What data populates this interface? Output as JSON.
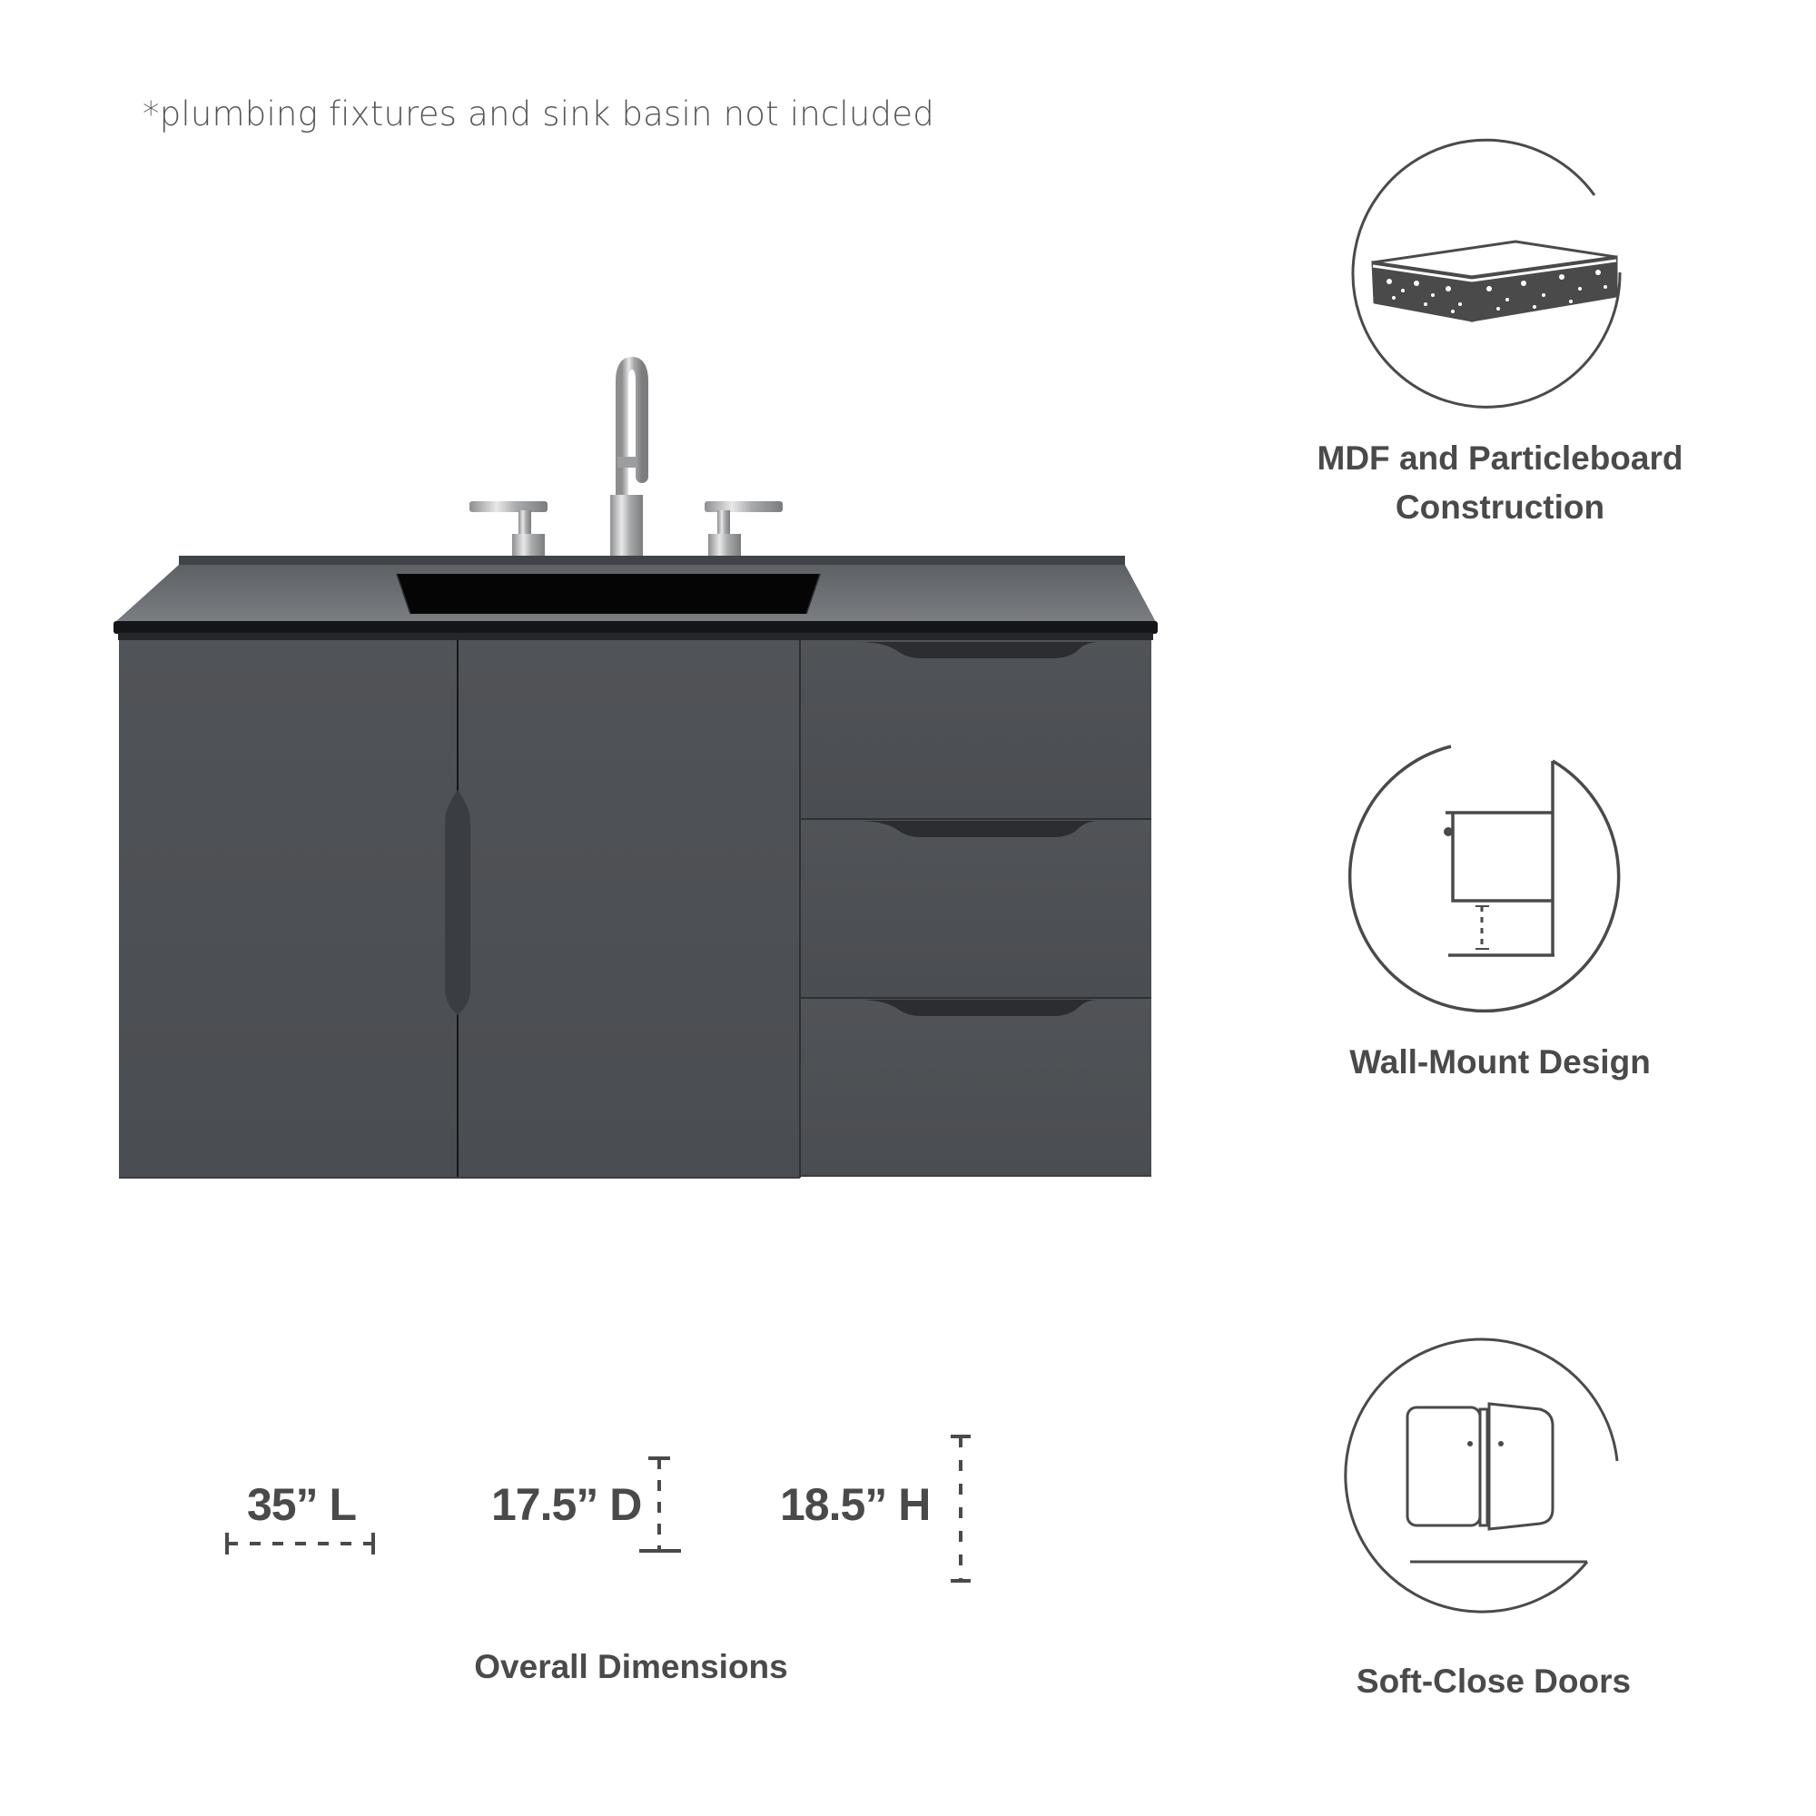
{
  "disclaimer": "*plumbing fixtures and sink basin not included",
  "product": {
    "name": "wall-mount bathroom vanity",
    "colors": {
      "cabinet": "#4d5054",
      "cabinet_shadow": "#3e4145",
      "countertop": "#6f7276",
      "countertop_edge": "#15161a",
      "sink_basin": "#050505",
      "faucet": "#b7b8ba",
      "handle_recess": "#2b2d31"
    },
    "doors": 2,
    "drawers": 3
  },
  "features": [
    {
      "icon": "particleboard-icon",
      "line1": "MDF and Particleboard",
      "line2": "Construction"
    },
    {
      "icon": "wall-mount-icon",
      "line1": "Wall-Mount Design",
      "line2": ""
    },
    {
      "icon": "soft-close-doors-icon",
      "line1": "Soft-Close Doors",
      "line2": ""
    }
  ],
  "dimensions": {
    "title": "Overall Dimensions",
    "length": "35” L",
    "depth": "17.5” D",
    "height": "18.5” H"
  },
  "icon_stroke_color": "#4a4a4a",
  "text_color": "#4a4a4a"
}
